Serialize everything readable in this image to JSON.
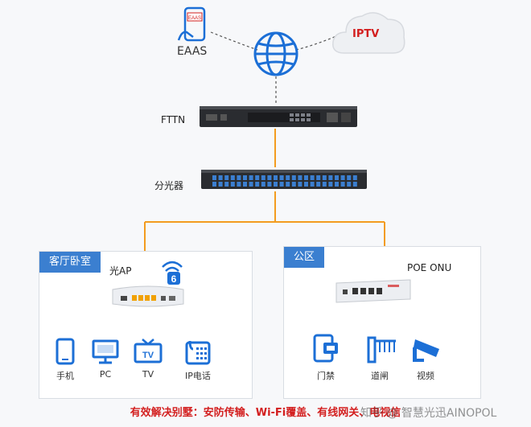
{
  "top": {
    "eaas_label": "EAAS",
    "eaas_phone_text": "EAAS",
    "iptv_label": "IPTV"
  },
  "core": {
    "fttn_label": "FTTN",
    "splitter_label": "分光器"
  },
  "panel_left": {
    "tag": "客厅卧室",
    "ap_label": "光AP",
    "wifi_badge": "6",
    "devices": [
      "手机",
      "PC",
      "TV",
      "IP电话"
    ],
    "tv_icon_text": "TV"
  },
  "panel_right": {
    "tag": "公区",
    "onu_label": "POE ONU",
    "devices": [
      "门禁",
      "道闸",
      "视频"
    ]
  },
  "footer": {
    "slogan": "有效解决别墅：安防传输、Wi-Fi覆盖、有线网关、电视信",
    "watermark": "知乎 @ 智慧光迅AINOPOL"
  },
  "colors": {
    "blue": "#1c6fd6",
    "orange": "#f39c1f",
    "red": "#d31f1f",
    "tag": "#3b7fd0"
  }
}
